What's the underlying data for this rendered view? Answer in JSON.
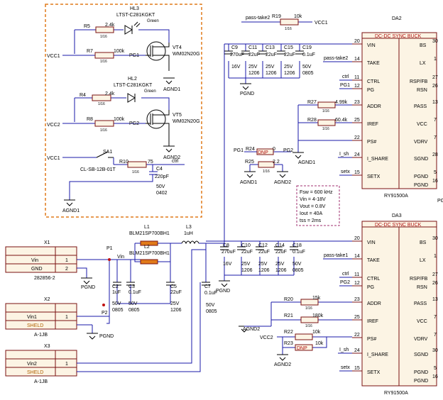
{
  "colors": {
    "wire": "#1a1aa8",
    "ic_fill": "#fcf4e4",
    "ic_border": "#7a1010",
    "dashed_box": "#e07a1a",
    "dnp": "#c01010",
    "shield": "#e07a1a"
  },
  "led_block": {
    "hl3": {
      "ref": "HL3",
      "part": "LTST-C281KGKT",
      "color": "Green"
    },
    "r5": {
      "ref": "R5",
      "value": "2.4k"
    },
    "r7": {
      "ref": "R7",
      "value": "100k"
    },
    "pg1": "PG1",
    "vt4": {
      "ref": "VT4",
      "part": "WM02N20G"
    },
    "agnd1": "AGND1",
    "vcc1": "VCC1",
    "hl2": {
      "ref": "HL2",
      "part": "LTST-C281KGKT",
      "color": "Green"
    },
    "r4": {
      "ref": "R4",
      "value": "2.4k"
    },
    "r8": {
      "ref": "R8",
      "value": "100k"
    },
    "pg2": "PG2",
    "vt5": {
      "ref": "VT5",
      "part": "WM02N20G"
    },
    "agnd2": "AGND2",
    "vcc2": "VCC2",
    "sa1": {
      "ref": "SA1",
      "part": "CL-SB-12B-01T"
    },
    "r10": {
      "ref": "R10",
      "value": "75"
    },
    "c4": {
      "ref": "C4",
      "value": "220pF",
      "volt": "50V",
      "size": "0402"
    },
    "ctrl": "ctrl",
    "size_tag": "1/16"
  },
  "top_net": {
    "pass_take2": "pass-take2",
    "r19": {
      "ref": "R19",
      "value": "10k"
    },
    "vcc1": "VCC1"
  },
  "caps_top": {
    "c9": {
      "ref": "C9",
      "value": "270uF",
      "volt": "16V"
    },
    "c13": {
      "ref": "C13",
      "value": "22uF",
      "volt": "25V",
      "size": "1206"
    },
    "c11": {
      "ref": "C11",
      "value": "22uF",
      "volt": "25V",
      "size": "1206"
    },
    "c15": {
      "ref": "C15",
      "value": "22uF",
      "volt": "25V",
      "size": "1206"
    },
    "c19": {
      "ref": "C19",
      "value": "0.1uF",
      "volt": "50V",
      "size": "0805"
    },
    "pgnd": "PGND"
  },
  "caps_bottom": {
    "c8": {
      "ref": "C8",
      "value": "270uF",
      "volt": "16V"
    },
    "c10": {
      "ref": "C10",
      "value": "22uF",
      "volt": "25V",
      "size": "1206"
    },
    "c12": {
      "ref": "C12",
      "value": "22uF",
      "volt": "25V",
      "size": "1206"
    },
    "c14": {
      "ref": "C14",
      "value": "22uF",
      "volt": "25V",
      "size": "1206"
    },
    "c18": {
      "ref": "C18",
      "value": "0.1uF",
      "volt": "50V",
      "size": "0805"
    },
    "pgnd": "PGND"
  },
  "da2": {
    "ref": "DA2",
    "title": "DC-DC SYNC BUCK",
    "part": "RY91500A",
    "left_pins": [
      {
        "num": "20",
        "name": "VIN"
      },
      {
        "num": "14",
        "name": "TAKE"
      },
      {
        "num": "11",
        "name": "CTRL"
      },
      {
        "num": "12",
        "name": "PG"
      },
      {
        "num": "23",
        "name": "ADDR"
      },
      {
        "num": "25",
        "name": "IREF"
      },
      {
        "num": "22",
        "name": "PS#"
      },
      {
        "num": "24",
        "name": "I_SHARE"
      },
      {
        "num": "15",
        "name": "SETX"
      }
    ],
    "right_pins": [
      {
        "num": "30",
        "name": "BS"
      },
      {
        "num": "1",
        "name": "LX"
      },
      {
        "num": "27",
        "name": "RSP/FB"
      },
      {
        "num": "26",
        "name": "RSN"
      },
      {
        "num": "13",
        "name": "PASS"
      },
      {
        "num": "7",
        "name": "VCC"
      },
      {
        "num": "7",
        "name": "VDRV"
      },
      {
        "num": "28",
        "name": "SGND"
      },
      {
        "num": "5",
        "name": "PGND"
      },
      {
        "num": "16",
        "name": "PGND"
      }
    ],
    "net_take": "pass-take2",
    "net_ctrl": "ctrl",
    "net_pg": "PG1",
    "net_ishare": "I_sh",
    "net_setx": "setx",
    "edge_label": "PG"
  },
  "da3": {
    "ref": "DA3",
    "title": "DC-DC SYNC BUCK",
    "part": "RY91500A",
    "left_pins": [
      {
        "num": "20",
        "name": "VIN"
      },
      {
        "num": "14",
        "name": "TAKE"
      },
      {
        "num": "11",
        "name": "CTRL"
      },
      {
        "num": "12",
        "name": "PG"
      },
      {
        "num": "23",
        "name": "ADDR"
      },
      {
        "num": "25",
        "name": "IREF"
      },
      {
        "num": "22",
        "name": "PS#"
      },
      {
        "num": "24",
        "name": "I_SHARE"
      },
      {
        "num": "15",
        "name": "SETX"
      }
    ],
    "right_pins": [
      {
        "num": "30",
        "name": "BS"
      },
      {
        "num": "1",
        "name": "LX"
      },
      {
        "num": "27",
        "name": "RSP/FB"
      },
      {
        "num": "26",
        "name": "RSN"
      },
      {
        "num": "13",
        "name": "PASS"
      },
      {
        "num": "7",
        "name": "VCC"
      },
      {
        "num": "7",
        "name": "VDRV"
      },
      {
        "num": "30",
        "name": "SGND"
      },
      {
        "num": "5",
        "name": "PGND"
      },
      {
        "num": "16",
        "name": "PGND"
      }
    ],
    "net_take": "pass-take1",
    "net_ctrl": "ctrl",
    "net_pg": "PG2",
    "net_ishare": "I_sh",
    "net_setx": "setx"
  },
  "da2_addr": {
    "r27": {
      "ref": "R27",
      "value": "4.99k"
    },
    "r28": {
      "ref": "R28",
      "value": "60.4k"
    },
    "agnd1": "AGND1"
  },
  "r24_block": {
    "pg1": "PG1",
    "pg2": "PG2",
    "r24": {
      "ref": "R24",
      "value": "0",
      "tag": "DNP"
    },
    "r25": {
      "ref": "R25",
      "value": "2.2"
    },
    "agnd1": "AGND1",
    "agnd2": "AGND2"
  },
  "spec_box": [
    "Fsw = 600 kHz",
    "Vin = 4-18V",
    "Vout = 0.8V",
    "Iout = 40A",
    "tss = 2ms"
  ],
  "da3_addr": {
    "r20": {
      "ref": "R20",
      "value": "15k"
    },
    "r21": {
      "ref": "R21",
      "value": "180k"
    },
    "r22": {
      "ref": "R22",
      "value": "10k"
    },
    "r23": {
      "ref": "R23",
      "value": "10k",
      "tag": "DNP"
    },
    "agnd2": "AGND2",
    "vcc2": "VCC2"
  },
  "input": {
    "x1": {
      "ref": "X1",
      "part": "282856-2",
      "pins": [
        {
          "name": "Vin",
          "num": "1"
        },
        {
          "name": "GND",
          "num": "2"
        }
      ]
    },
    "x2": {
      "ref": "X2",
      "part": "A-1JB",
      "pins": [
        {
          "name": "Vin1",
          "num": "1"
        },
        {
          "name": "SHELD",
          "num": ""
        }
      ]
    },
    "x3": {
      "ref": "X3",
      "part": "A-1JB",
      "pins": [
        {
          "name": "Vin2",
          "num": "1"
        },
        {
          "name": "SHELD",
          "num": ""
        }
      ]
    },
    "p1": "P1",
    "p2": "P2",
    "vin": "Vin",
    "pgnd": "PGND",
    "l1": {
      "ref": "L1",
      "part": "BLM21SP700BH1"
    },
    "l2": {
      "ref": "L2",
      "part": "BLM21SP700BH1"
    },
    "l3": {
      "ref": "L3",
      "value": "1uH"
    },
    "c2": {
      "ref": "C2",
      "value": "1uF",
      "volt": "50V",
      "size": "0805"
    },
    "c3": {
      "ref": "C3",
      "value": "0.1uF",
      "volt": "50V",
      "size": "0805"
    },
    "c5": {
      "ref": "C5",
      "value": "22uF",
      "volt": "25V",
      "size": "1206"
    },
    "c7": {
      "ref": "C7",
      "value": "0.1uF",
      "volt": "50V",
      "size": "0805"
    }
  }
}
